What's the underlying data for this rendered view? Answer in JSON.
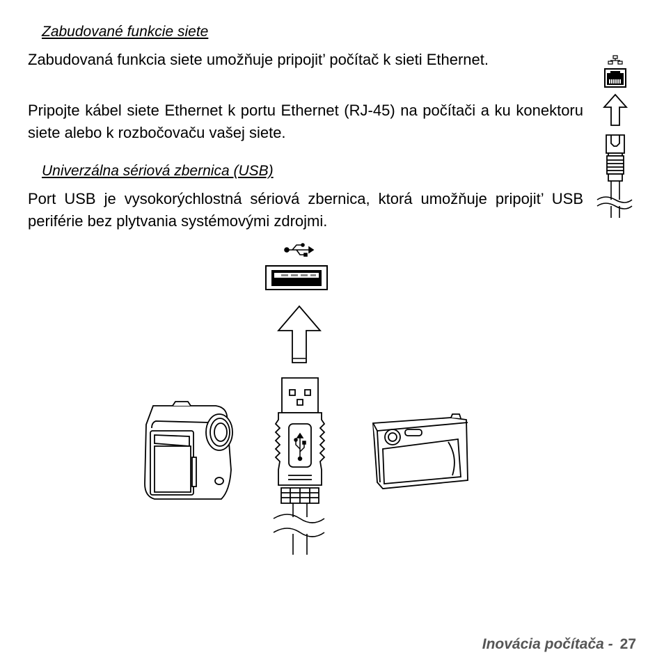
{
  "section_ethernet": {
    "heading": "Zabudované funkcie siete",
    "paragraph_1": "Zabudovaná funkcia siete umožňuje pripojit’ počítač k sieti Ethernet.",
    "paragraph_2": "Pripojte kábel siete Ethernet k portu Ethernet (RJ-45) na počítači a ku konektoru siete alebo k rozbočovaču vašej siete."
  },
  "section_usb": {
    "heading": "Univerzálna sériová zbernica (USB)",
    "paragraph_1": "Port USB je vysokorýchlostná sériová zbernica, ktorá umožňuje pripojit’ USB periférie bez plytvania systémovými zdrojmi."
  },
  "footer": {
    "section_title": "Inovácia počítača -",
    "page_number": "27"
  },
  "icons": [
    "network-icon",
    "usb-icon"
  ]
}
